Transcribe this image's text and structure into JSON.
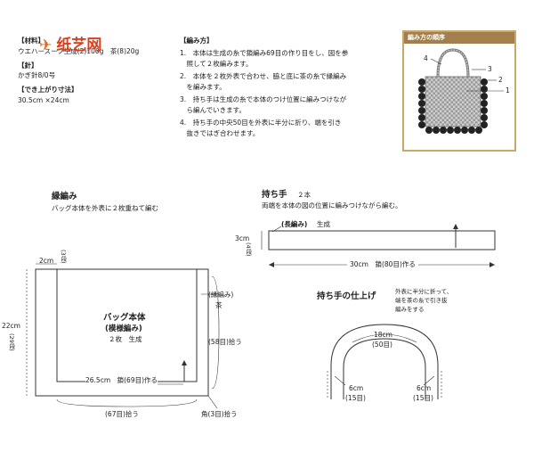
{
  "materials": {
    "heading": "【材料】",
    "line1": "ウエハースーフ生成(2)100g　茶(8)20g",
    "needle_heading": "【針】",
    "needle_value": "かぎ針8/0号",
    "size_heading": "【でき上がり寸法】",
    "size_value": "30.5cm ×24cm"
  },
  "logo": {
    "text": "纸艺网"
  },
  "instructions": {
    "heading": "【編み方】",
    "lines": [
      "1.　本体は生成の糸で鎖編み69目の作り目をし、図を参",
      "　照して２枚編みます。",
      "2.　本体を２枚外表で合わせ、脇と底に茶の糸で縁編み",
      "　を編みます。",
      "3.　持ち手は生成の糸で本体のつけ位置に編みつけなが",
      "　ら編んでいきます。",
      "4.　持ち手の中央50目を外表に半分に折り、端を引き",
      "　抜きではぎ合わせます。"
    ]
  },
  "order": {
    "heading": "編み方の順序",
    "n1": "1",
    "n2": "2",
    "n3": "3",
    "n4": "4"
  },
  "edging": {
    "title": "縁編み",
    "note": "バッグ本体を外表に２枚重ねて編む"
  },
  "body": {
    "top_dim": "2cm",
    "top_rows": "(3段)",
    "left_dim": "22cm",
    "left_rows": "(29段)",
    "title": "バッグ本体",
    "pattern": "(模様編み)",
    "count": "２枚　生成",
    "edging_label": "(縁編み)",
    "edging_color": "茶",
    "side_pickup": "(58目)拾う",
    "width_label": "26.5cm　鎖(69目)作る",
    "bottom_pickup": "(67目)拾う",
    "corner_pickup": "角(3目)拾う"
  },
  "handle": {
    "title": "持ち手",
    "count": "２本",
    "note": "両端を本体の図の位置に編みつけながら編む。",
    "stitch": "(長編み)",
    "stitch_color": "生成",
    "height_dim": "3cm",
    "height_rows": "(4段)",
    "length_label": "30cm　鎖(80目)作る"
  },
  "finish": {
    "title": "持ち手の仕上げ",
    "note1": "外表に半分に折って、",
    "note2": "端を茶の糸で引き抜",
    "note3": "編みをする",
    "top_dim": "18cm",
    "top_rows": "(50目)",
    "left_dim": "6cm",
    "left_rows": "(15目)",
    "right_dim": "6cm",
    "right_rows": "(15目)"
  }
}
